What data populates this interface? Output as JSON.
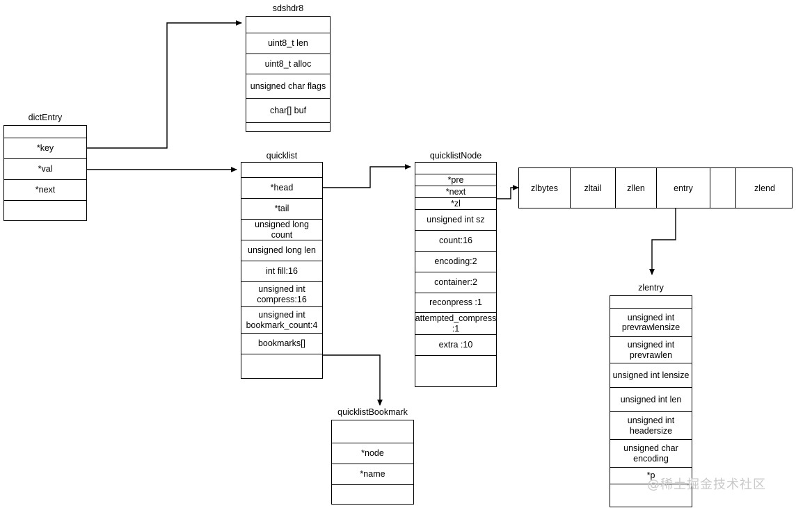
{
  "diagram": {
    "title": "Redis quicklist data structure diagram",
    "watermark": "@稀土掘金技术社区",
    "line_color": "#000000",
    "background": "#ffffff"
  },
  "structs": {
    "dictEntry": {
      "title": "dictEntry",
      "rows": [
        "",
        "*key",
        "*val",
        "*next",
        ""
      ]
    },
    "sdshdr8": {
      "title": "sdshdr8",
      "rows": [
        "",
        "uint8_t len",
        "uint8_t alloc",
        "unsigned char flags",
        "char[] buf",
        ""
      ]
    },
    "quicklist": {
      "title": "quicklist",
      "rows": [
        "",
        "*head",
        "*tail",
        "unsigned long count",
        "unsigned long len",
        "int fill:16",
        "unsigned int\ncompress:16",
        "unsigned int\nbookmark_count:4",
        "bookmarks[]",
        ""
      ]
    },
    "quicklistNode": {
      "title": "quicklistNode",
      "rows": [
        "",
        "*pre",
        "*next",
        "*zl",
        "unsigned int sz",
        "count:16",
        "encoding:2",
        "container:2",
        "reconpress :1",
        "attempted_compress\n:1",
        "extra :10",
        ""
      ]
    },
    "ziplist": {
      "title": "",
      "cells": [
        "zlbytes",
        "zltail",
        "zllen",
        "entry",
        "",
        "zlend"
      ]
    },
    "zlentry": {
      "title": "zlentry",
      "rows": [
        "",
        "unsigned int\nprevrawlensize",
        "unsigned int\nprevrawlen",
        "unsigned int lensize",
        "unsigned int len",
        "unsigned int\nheadersize",
        "unsigned char\nencoding",
        "*p",
        ""
      ]
    },
    "quicklistBookmark": {
      "title": "quicklistBookmark",
      "rows": [
        "",
        "*node",
        "*name",
        ""
      ]
    }
  },
  "connections": [
    {
      "name": "key-to-sdshdr8",
      "from": "dictEntry.*key",
      "to": "sdshdr8.header"
    },
    {
      "name": "val-to-quicklist",
      "from": "dictEntry.*val",
      "to": "quicklist.header"
    },
    {
      "name": "head-to-quicklistnode",
      "from": "quicklist.*head",
      "to": "quicklistNode.header"
    },
    {
      "name": "zl-to-ziplist",
      "from": "quicklistNode.*zl",
      "to": "ziplist.zlbytes"
    },
    {
      "name": "entry-to-zlentry",
      "from": "ziplist.entry",
      "to": "zlentry.header"
    },
    {
      "name": "bookmarks-to-quicklistbookmark",
      "from": "quicklist.bookmarks[]",
      "to": "quicklistBookmark.header"
    }
  ]
}
